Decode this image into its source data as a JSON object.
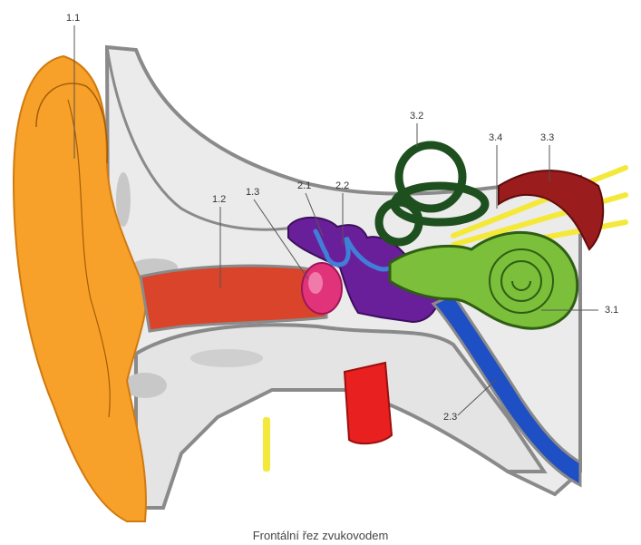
{
  "caption": "Frontální řez zvukovodem",
  "labels": {
    "l11": "1.1",
    "l12": "1.2",
    "l13": "1.3",
    "l21": "2.1",
    "l22": "2.2",
    "l23": "2.3",
    "l31": "3.1",
    "l32": "3.2",
    "l33": "3.3",
    "l34": "3.4"
  },
  "colors": {
    "pinna": "#f7a12a",
    "ear_canal": "#d9442a",
    "eardrum": "#e0337a",
    "ossicles_cavity": "#6a1f9a",
    "ossicles": "#3f7fd8",
    "eustachian_tube": "#1f4fc4",
    "cochlea": "#7cbf3a",
    "semicircular_canals": "#1e4f1e",
    "nerve": "#9b1c1c",
    "nerve_fibers": "#f4e93a",
    "bone": "#e6e6e6",
    "vessel": "#e8201f"
  }
}
